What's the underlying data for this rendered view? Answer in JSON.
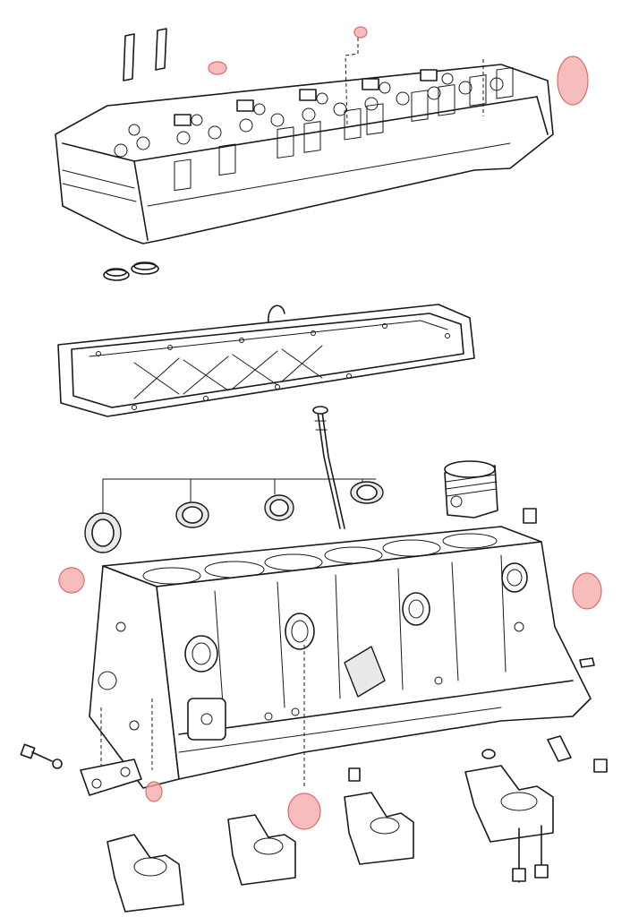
{
  "colors": {
    "highlight_fill": "#f4a6a6",
    "highlight_stroke": "#e06a6a",
    "line": "#1a1a1a",
    "background": "#ffffff"
  },
  "highlighted_parts": [
    {
      "id": "head-rear-plug",
      "name": "cylinder-head-rear-plug-highlight"
    },
    {
      "id": "head-small-cap",
      "name": "cylinder-head-small-cap-highlight"
    },
    {
      "id": "head-valve-seal",
      "name": "cylinder-head-valve-seal-highlight"
    },
    {
      "id": "block-left-plug",
      "name": "engine-block-left-plug-highlight"
    },
    {
      "id": "block-right-plug",
      "name": "engine-block-right-plug-highlight"
    },
    {
      "id": "block-bottom-oring",
      "name": "engine-block-bottom-oring-highlight"
    },
    {
      "id": "block-bottom-plug",
      "name": "engine-block-bottom-plug-highlight"
    }
  ]
}
